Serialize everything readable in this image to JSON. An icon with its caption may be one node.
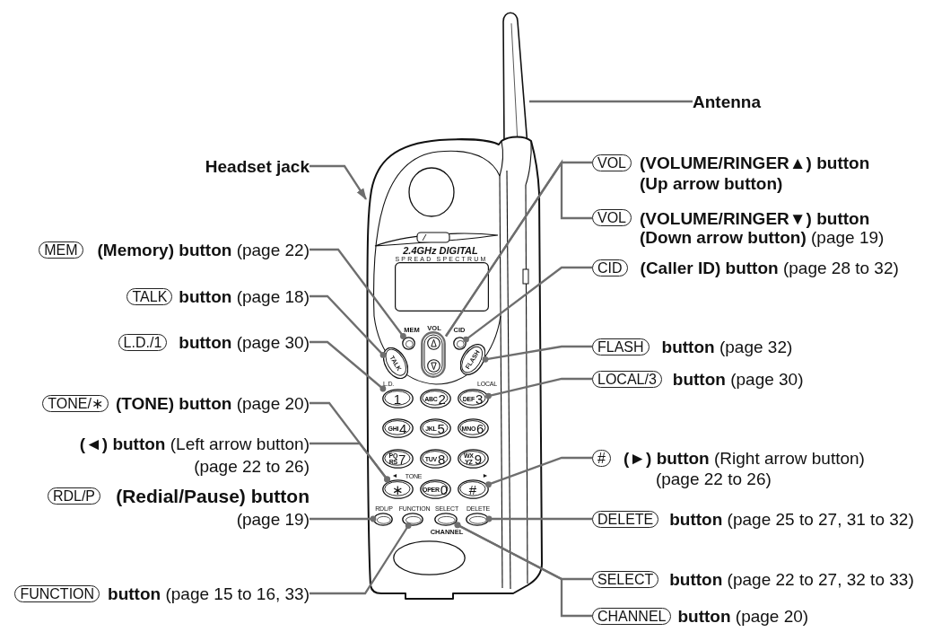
{
  "diagram": {
    "nodes": [
      {
        "text": [],
        "shape": "bar"
      },
      {
        "text": [
          "Antenna"
        ]
      },
      {
        "text": [
          "Headset jack"
        ]
      },
      {
        "text": [
          "VOL",
          "(VOLUME/RINGER▲) button (Up arrow button)"
        ]
      },
      {
        "text": [
          "VOL",
          "**(VOLUME/RINGER▼) button (Down arrow button)** (page 19)"
        ]
      },
      {
        "text": [
          "2.4GHz DIGITAL",
          "SPREAD SPECTRUM"
        ]
      },
      {
        "text": [
          "MEM",
          "**(Memory) button** (page 22)"
        ]
      },
      {
        "text": [
          "CID",
          "**(Caller ID) button** (page 28 to 32)"
        ]
      },
      {
        "text": [
          "TALK",
          "**button** (page 18)"
        ]
      },
      {
        "text": [
          "FLASH",
          "**button** (page 32)"
        ]
      },
      {
        "text": [
          "L.D./1",
          "**button** (page 30)"
        ]
      },
      {
        "text": [
          "LOCAL/3",
          "**button** (page 30)"
        ]
      },
      {
        "text": [
          "TONE/∗",
          "**(TONE) button** (page 20)"
        ]
      },
      {
        "text": [
          "**(◄) button** (Left arrow button) (page 22 to 26)"
        ]
      },
      {
        "text": [
          "#",
          "**(►) button** (Right arrow button) (page 22 to 26)"
        ]
      },
      {
        "text": [
          "RDL/P",
          "**(Redial/Pause) button** (page 19)"
        ]
      },
      {
        "text": [
          "DELETE",
          "**button** (page 25 to 27, 31 to 32)"
        ]
      },
      {
        "text": [
          "FUNCTION",
          "**button** (page 15 to 16, 33)"
        ]
      },
      {
        "text": [
          "SELECT",
          "**button** (page 22 to 27, 32 to 33)"
        ]
      },
      {
        "text": [
          "CHANNEL",
          "**button** (page 20)"
        ]
      },
      {
        "text": [],
        "shape": "circle",
        "beside": [
          "MEM"
        ],
        "in": 5
      },
      {
        "text": [],
        "shape": "pill",
        "beside": [
          "VOL"
        ],
        "in": 5
      },
      {
        "text": [],
        "shape": "circle",
        "beside": [
          "CID"
        ],
        "in": 5
      },
      {
        "text": [
          "TALK"
        ],
        "in": 5
      },
      {
        "text": [
          "FLASH"
        ],
        "in": 5
      },
      {
        "text": [
          "1"
        ],
        "beside": [
          "L.D."
        ],
        "in": 5
      },
      {
        "text": [
          "ABC",
          "2"
        ],
        "in": 5
      },
      {
        "text": [
          "DEF",
          "3"
        ],
        "beside": [
          "LOCAL"
        ],
        "in": 5
      },
      {
        "text": [
          "GHI",
          "4"
        ],
        "in": 5
      },
      {
        "text": [
          "JKL",
          "5"
        ],
        "in": 5
      },
      {
        "text": [
          "MNO",
          "6"
        ],
        "in": 5
      },
      {
        "text": [
          "PQ RS",
          "7"
        ],
        "in": 5
      },
      {
        "text": [
          "TUV",
          "8"
        ],
        "in": 5
      },
      {
        "text": [
          "WX YZ",
          "9"
        ],
        "in": 5
      },
      {
        "text": [
          "∗"
        ],
        "beside": [
          "◄",
          "TONE"
        ],
        "in": 5
      },
      {
        "text": [
          "OPER",
          "0"
        ],
        "in": 5
      },
      {
        "text": [
          "#"
        ],
        "beside": [
          "►"
        ],
        "in": 5
      },
      {
        "text": [],
        "shape": "ellipse",
        "beside": [
          "RDL/P"
        ],
        "in": 5
      },
      {
        "text": [],
        "shape": "ellipse",
        "beside": [
          "FUNCTION"
        ],
        "in": 5
      },
      {
        "text": [],
        "shape": "ellipse",
        "beside": [
          "SELECT",
          "CHANNEL"
        ],
        "in": 5
      },
      {
        "text": [],
        "shape": "ellipse",
        "beside": [
          "DELETE"
        ],
        "in": 5
      },
      {
        "text": [],
        "shape": "box",
        "in": 5
      },
      {
        "text": [],
        "shape": "ellipse",
        "in": 5
      }
    ],
    "edges": [
      {
        "from": 1,
        "to": 0,
        "arrow": "none"
      },
      {
        "from": 2,
        "to": 5,
        "arrow": "to"
      },
      {
        "from": 3,
        "to": 21,
        "arrow": "none"
      },
      {
        "from": 4,
        "to": 21,
        "arrow": "none"
      },
      {
        "from": 6,
        "to": 20,
        "arrow": "other"
      },
      {
        "from": 7,
        "to": 22,
        "arrow": "other"
      },
      {
        "from": 8,
        "to": 23,
        "arrow": "other"
      },
      {
        "from": 9,
        "to": 24,
        "arrow": "other"
      },
      {
        "from": 10,
        "to": 25,
        "arrow": "other"
      },
      {
        "from": 11,
        "to": 27,
        "arrow": "other"
      },
      {
        "from": 12,
        "to": 34,
        "arrow": "other"
      },
      {
        "from": 13,
        "to": 34,
        "arrow": "other"
      },
      {
        "from": 14,
        "to": 36,
        "arrow": "other"
      },
      {
        "from": 15,
        "to": 37,
        "arrow": "other"
      },
      {
        "from": 16,
        "to": 40,
        "arrow": "other"
      },
      {
        "from": 17,
        "to": 38,
        "arrow": "other"
      },
      {
        "from": 18,
        "to": 39,
        "arrow": "other"
      },
      {
        "from": 19,
        "to": 39,
        "arrow": "other"
      }
    ]
  }
}
